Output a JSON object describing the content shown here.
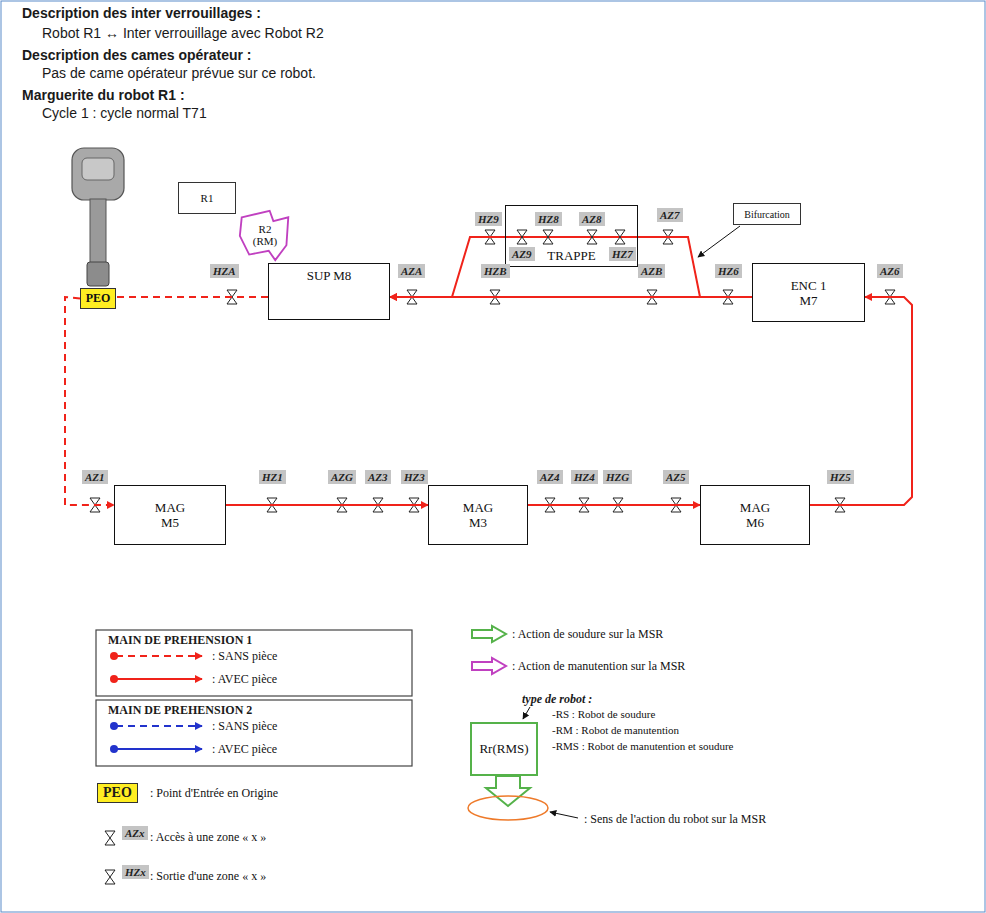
{
  "diagram": {
    "nodes": [
      {
        "text": [
          "R1"
        ]
      },
      {
        "text": [
          "Bifurcation"
        ]
      },
      {
        "text": [
          "R2 (RM)"
        ]
      },
      {
        "text": [
          "PEO"
        ]
      },
      {
        "text": [
          "SUP M8"
        ]
      },
      {
        "text": [
          "TRAPPE"
        ]
      },
      {
        "text": [
          "ENC 1 M7"
        ]
      },
      {
        "text": [
          "MAG M5"
        ]
      },
      {
        "text": [
          "MAG M3"
        ]
      },
      {
        "text": [
          "MAG M6"
        ]
      },
      {
        "text": [
          "Rr(RMS)"
        ]
      }
    ],
    "edges": [
      {
        "from": 3,
        "to": 7,
        "arrow": "to"
      },
      {
        "from": 7,
        "to": 8,
        "arrow": "to"
      },
      {
        "from": 8,
        "to": 9,
        "arrow": "to"
      },
      {
        "from": 9,
        "to": 6,
        "arrow": "to"
      },
      {
        "from": 6,
        "to": 4,
        "arrow": "to"
      },
      {
        "from": 6,
        "to": 5,
        "arrow": "none"
      },
      {
        "from": 5,
        "to": 4,
        "arrow": "to"
      },
      {
        "from": 4,
        "to": 3,
        "arrow": "none"
      }
    ],
    "labels": [
      "Description des inter verrouillages :",
      "Robot R1 ↔ Inter verrouillage avec Robot R2",
      "Description des cames opérateur :",
      "Pas de came opérateur prévue sur ce robot.",
      "Marguerite du robot R1 :",
      "Cycle 1 : cycle normal T71",
      "HZ9",
      "HZ8",
      "AZ8",
      "AZ7",
      "AZ9",
      "HZ7",
      "HZA",
      "AZA",
      "HZB",
      "AZB",
      "HZ6",
      "AZ6",
      "AZ1",
      "HZ1",
      "AZG",
      "AZ3",
      "HZ3",
      "AZ4",
      "HZ4",
      "HZG",
      "AZ5",
      "HZ5",
      "MAIN DE PREHENSION 1",
      "MAIN DE PREHENSION 2",
      "PEO",
      "AZx",
      "HZx",
      "type de robot :"
    ],
    "legend": [
      {
        "text": ": SANS pièce"
      },
      {
        "text": ": AVEC pièce"
      },
      {
        "text": ": SANS pièce"
      },
      {
        "text": ": AVEC pièce"
      },
      {
        "text": ": Point d'Entrée en Origine"
      },
      {
        "text": ": Accès à une zone « x »"
      },
      {
        "text": ": Sortie d'une zone « x »"
      },
      {
        "text": ": Action de soudure sur la MSR"
      },
      {
        "text": ": Action de manutention sur la MSR"
      },
      {
        "text": "-RS : Robot de soudure"
      },
      {
        "text": "-RM : Robot de manutention"
      },
      {
        "text": "-RMS : Robot de manutention et soudure"
      },
      {
        "text": ": Sens de l'action du robot sur la MSR"
      }
    ]
  }
}
